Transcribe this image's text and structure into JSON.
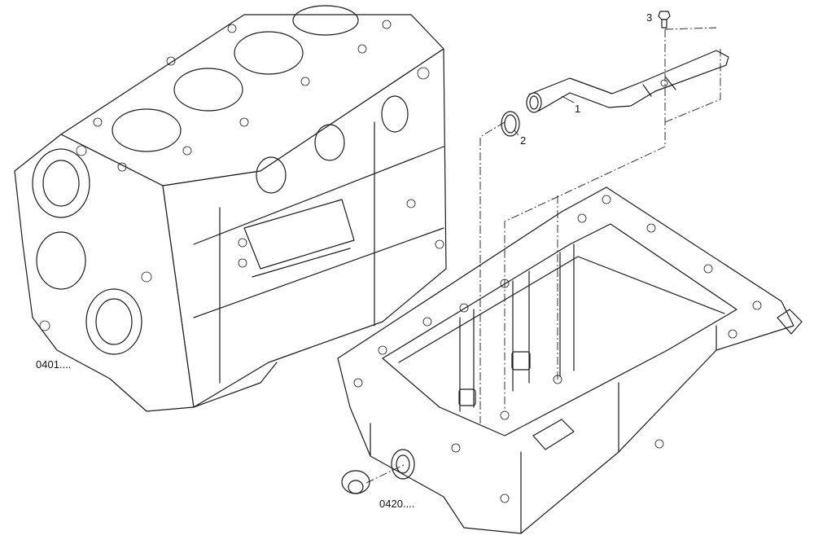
{
  "labels": {
    "part_1": "1",
    "part_2": "2",
    "part_3": "3",
    "ref_block": "0401....",
    "ref_pan": "0420...."
  }
}
